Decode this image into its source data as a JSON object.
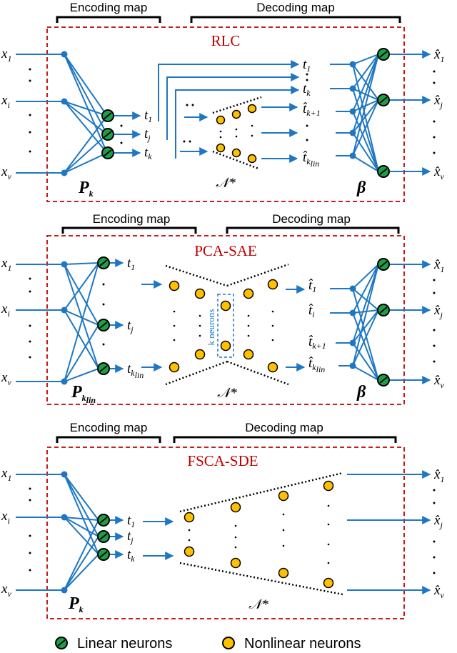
{
  "colors": {
    "frame": "#c00000",
    "wire": "#1f77c4",
    "linear_fill": "#1e9e48",
    "nonlinear_fill": "#ffc000"
  },
  "panels": [
    {
      "title": "RLC",
      "encoding_label": "Encoding map",
      "decoding_label": "Decoding map",
      "inputs": [
        "x",
        "x",
        "x"
      ],
      "input_subs": [
        "1",
        "i",
        "v"
      ],
      "outputs": [
        "x̂",
        "x̂",
        "x̂"
      ],
      "output_subs": [
        "1",
        "j",
        "v"
      ],
      "latent": [
        "t",
        "t",
        "t"
      ],
      "latent_subs": [
        "1",
        "j",
        "k"
      ],
      "decoded": [
        "t",
        "t",
        "t̂",
        "t̂"
      ],
      "decoded_subs": [
        "1",
        "k",
        "k+1",
        "k"
      ],
      "decoded_subsub": [
        "",
        "",
        "",
        "lin"
      ],
      "enc_weight": "P",
      "enc_weight_sub": "k",
      "enc_weight_subsub": "",
      "network": "𝒩*",
      "dec_weight": "β"
    },
    {
      "title": "PCA-SAE",
      "encoding_label": "Encoding map",
      "decoding_label": "Decoding map",
      "inputs": [
        "x",
        "x",
        "x"
      ],
      "input_subs": [
        "1",
        "i",
        "v"
      ],
      "outputs": [
        "x̂",
        "x̂",
        "x̂"
      ],
      "output_subs": [
        "1",
        "j",
        "v"
      ],
      "latent": [
        "t",
        "t",
        "t"
      ],
      "latent_subs": [
        "1",
        "j",
        "k"
      ],
      "latent_subsub": [
        "",
        "",
        "lin"
      ],
      "decoded": [
        "t̂",
        "t̂",
        "t̂",
        "t̂"
      ],
      "decoded_subs": [
        "1",
        "i",
        "k+1",
        "k"
      ],
      "decoded_subsub": [
        "",
        "",
        "",
        "lin"
      ],
      "neurons_label": "k neurons",
      "enc_weight": "P",
      "enc_weight_sub": "k",
      "enc_weight_subsub": "lin",
      "network": "𝒩*",
      "dec_weight": "β"
    },
    {
      "title": "FSCA-SDE",
      "encoding_label": "Encoding map",
      "decoding_label": "Decoding map",
      "inputs": [
        "x",
        "x",
        "x"
      ],
      "input_subs": [
        "1",
        "i",
        "v"
      ],
      "outputs": [
        "x̂",
        "x̂",
        "x̂"
      ],
      "output_subs": [
        "1",
        "j",
        "v"
      ],
      "latent": [
        "t",
        "t",
        "t"
      ],
      "latent_subs": [
        "1",
        "j",
        "k"
      ],
      "enc_weight": "P",
      "enc_weight_sub": "k",
      "network": "𝒩*"
    }
  ],
  "legend": {
    "linear": "Linear neurons",
    "nonlinear": "Nonlinear neurons"
  }
}
